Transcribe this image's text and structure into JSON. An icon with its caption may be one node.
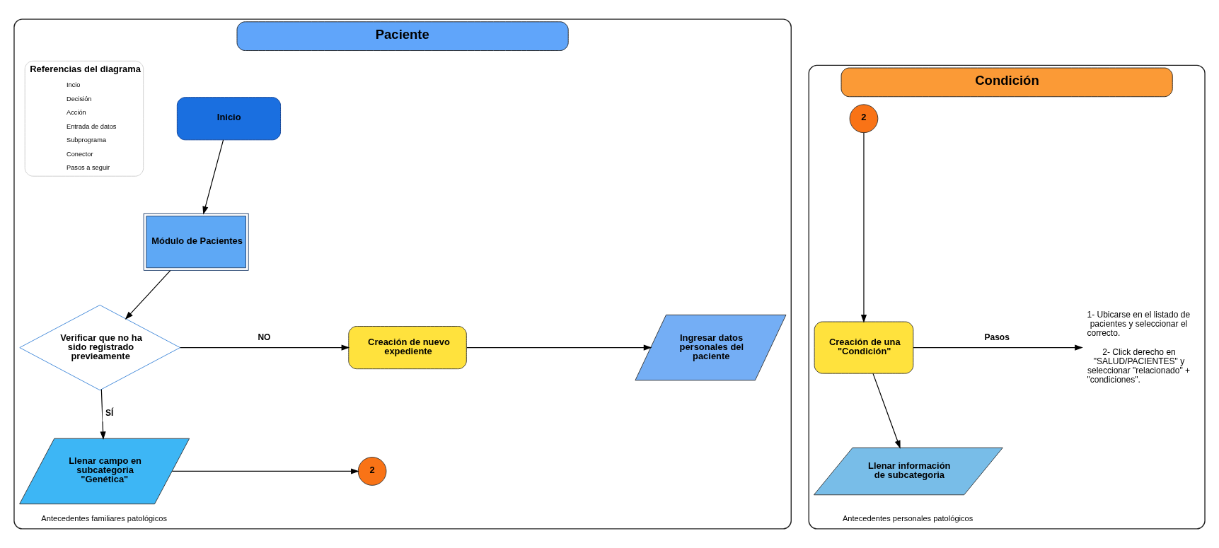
{
  "diagram": {
    "nodes": [
      {
        "text": [
          "Paciente"
        ]
      },
      {
        "text": [
          "Inicio"
        ],
        "in": 0
      },
      {
        "text": [
          "Módulo de Pacientes"
        ],
        "in": 0
      },
      {
        "text": [
          "Verificar que no ha sido registrado previeamente"
        ],
        "in": 0
      },
      {
        "text": [
          "Creación de nuevo expediente"
        ],
        "in": 0
      },
      {
        "text": [
          "Ingresar datos personales del paciente"
        ],
        "in": 0
      },
      {
        "text": [
          "Llenar campo en subcategoria \"Genética\""
        ],
        "in": 0,
        "beside": [
          "Antecedentes familiares patológicos"
        ]
      },
      {
        "text": [
          "2"
        ],
        "in": 0
      },
      {
        "text": [
          "Condición"
        ]
      },
      {
        "text": [
          "2"
        ],
        "in": 8
      },
      {
        "text": [
          "Creación de una \"Condición\""
        ],
        "in": 8
      },
      {
        "text": [
          "Llenar información de subcategoria"
        ],
        "in": 8,
        "beside": [
          "Antecedentes personales patológicos"
        ]
      },
      {
        "text": [
          "1- Ubicarse en el listado de pacientes y seleccionar el correcto.",
          "2- Click derecho en \"SALUD/PACIENTES\" y seleccionar \"relacionado\" + \"condiciones\"."
        ],
        "in": 8
      }
    ],
    "edges": [
      {
        "from": 1,
        "to": 2,
        "arrow": "to"
      },
      {
        "from": 2,
        "to": 3,
        "arrow": "to"
      },
      {
        "from": 3,
        "to": 4,
        "arrow": "to",
        "label": "NO"
      },
      {
        "from": 4,
        "to": 5,
        "arrow": "to"
      },
      {
        "from": 3,
        "to": 6,
        "arrow": "to",
        "label": "SÍ"
      },
      {
        "from": 6,
        "to": 7,
        "arrow": "to"
      },
      {
        "from": 9,
        "to": 10,
        "arrow": "to"
      },
      {
        "from": 10,
        "to": 11,
        "arrow": "to"
      },
      {
        "from": 10,
        "to": 12,
        "arrow": "to",
        "label": "Pasos"
      }
    ],
    "labels": [
      "Referencias del diagrama"
    ],
    "legend": [
      {
        "text": "Incio"
      },
      {
        "text": "Decisión"
      },
      {
        "text": "Acción"
      },
      {
        "text": "Entrada de datos"
      },
      {
        "text": "Subprograma"
      },
      {
        "text": "Conector"
      },
      {
        "text": "Pasos a seguir"
      }
    ]
  }
}
